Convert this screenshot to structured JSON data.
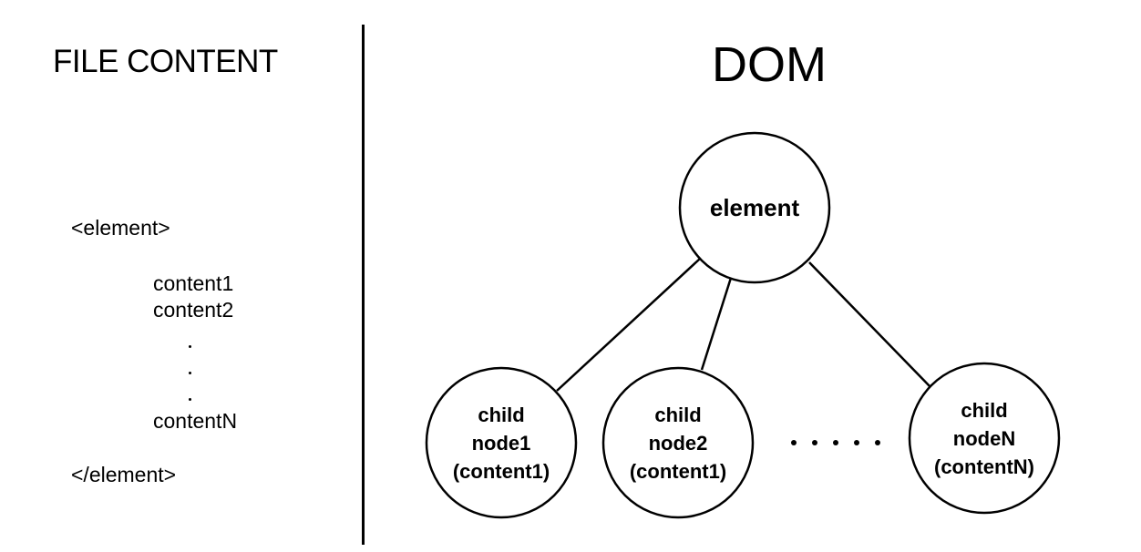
{
  "file_content": {
    "title": "FILE CONTENT",
    "open_tag": "<element>",
    "lines": [
      "content1",
      "content2",
      "contentN"
    ],
    "close_tag": "</element>"
  },
  "dom": {
    "title": "DOM",
    "root": {
      "label": "element"
    },
    "children": [
      {
        "lines": [
          "child",
          "node1",
          "(content1)"
        ]
      },
      {
        "lines": [
          "child",
          "node2",
          "(content1)"
        ]
      },
      {
        "lines": [
          "child",
          "nodeN",
          "(contentN)"
        ]
      }
    ]
  }
}
